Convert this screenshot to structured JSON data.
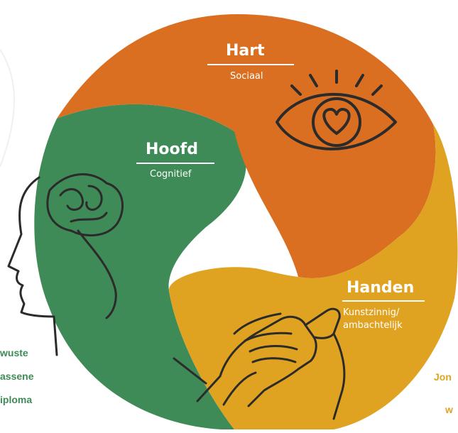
{
  "colors": {
    "hart": "#DA6F22",
    "hoofd": "#3F8B57",
    "handen": "#E0A321",
    "line": "#2B2B2B",
    "left_text": "#3F8B57",
    "right_text": "#E0A321"
  },
  "segments": {
    "hart": {
      "title": "Hart",
      "subtitle": "Sociaal",
      "icon": "eye-heart-icon"
    },
    "hoofd": {
      "title": "Hoofd",
      "subtitle": "Cognitief",
      "icon": "head-brain-icon"
    },
    "handen": {
      "title": "Handen",
      "subtitle_line1": "Kunstzinnig/",
      "subtitle_line2": "ambachtelijk",
      "icon": "clasped-hands-icon"
    }
  },
  "left_fragments": [
    "wuste",
    "assene",
    "iploma"
  ],
  "right_fragments": [
    "Jon",
    "w"
  ]
}
